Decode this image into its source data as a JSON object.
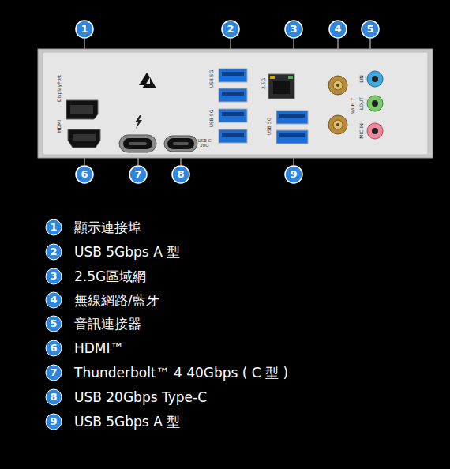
{
  "diagram": {
    "labels": [
      "1",
      "2",
      "3",
      "4",
      "5",
      "6",
      "7",
      "8",
      "9",
      "DisplayPort",
      "HDMI",
      "USB 5G",
      "USB 5G",
      "USB-C 20G",
      "2.5G",
      "USB 5G",
      "Wi-Fi 7",
      "LIN",
      "LOUT",
      "MIC IN",
      "1",
      "2",
      "3",
      "4",
      "5",
      "6",
      "7",
      "8",
      "9",
      "顯示連接埠",
      "USB 5Gbps A 型",
      "2.5G區域網",
      "無線網路/藍牙",
      "音訊連接器",
      "HDMI™",
      "Thunderbolt™ 4 40Gbps ( C 型 )",
      "USB 20Gbps Type-C",
      "USB 5Gbps A 型"
    ]
  }
}
